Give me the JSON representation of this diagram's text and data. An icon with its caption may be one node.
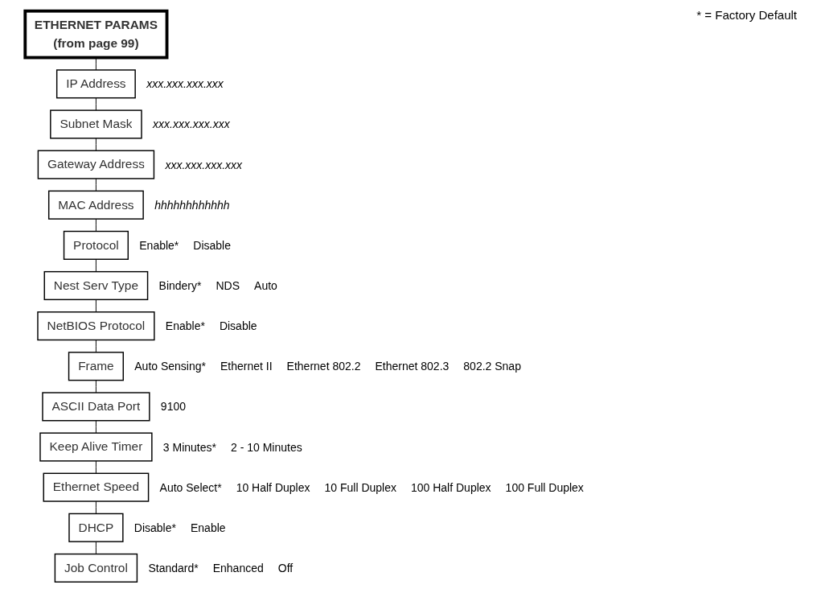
{
  "diagram": {
    "nodes": [
      {
        "text": [
          "ETHERNET PARAMS",
          "(from page 99)"
        ]
      },
      {
        "text": [
          "IP Address"
        ],
        "beside": [
          "xxx.xxx.xxx.xxx"
        ]
      },
      {
        "text": [
          "Subnet Mask"
        ],
        "beside": [
          "xxx.xxx.xxx.xxx"
        ]
      },
      {
        "text": [
          "Gateway Address"
        ],
        "beside": [
          "xxx.xxx.xxx.xxx"
        ]
      },
      {
        "text": [
          "MAC Address"
        ],
        "beside": [
          "hhhhhhhhhhhh"
        ]
      },
      {
        "text": [
          "Protocol"
        ],
        "beside": [
          "Enable*",
          "Disable"
        ]
      },
      {
        "text": [
          "Nest Serv Type"
        ],
        "beside": [
          "Bindery*",
          "NDS",
          "Auto"
        ]
      },
      {
        "text": [
          "NetBIOS Protocol"
        ],
        "beside": [
          "Enable*",
          "Disable"
        ]
      },
      {
        "text": [
          "Frame"
        ],
        "beside": [
          "Auto Sensing*",
          "Ethernet II",
          "Ethernet 802.2",
          "Ethernet 802.3",
          "802.2 Snap"
        ]
      },
      {
        "text": [
          "ASCII Data Port"
        ],
        "beside": [
          "9100"
        ]
      },
      {
        "text": [
          "Keep Alive Timer"
        ],
        "beside": [
          "3 Minutes*",
          "2 - 10 Minutes"
        ]
      },
      {
        "text": [
          "Ethernet Speed"
        ],
        "beside": [
          "Auto Select*",
          "10 Half Duplex",
          "10 Full Duplex",
          "100 Half Duplex",
          "100 Full Duplex"
        ]
      },
      {
        "text": [
          "DHCP"
        ],
        "beside": [
          "Disable*",
          "Enable"
        ]
      },
      {
        "text": [
          "Job Control"
        ],
        "beside": [
          "Standard*",
          "Enhanced",
          "Off"
        ]
      }
    ],
    "edges": [
      {
        "from": 0,
        "to": 1,
        "arrow": "none"
      },
      {
        "from": 1,
        "to": 2,
        "arrow": "none"
      },
      {
        "from": 2,
        "to": 3,
        "arrow": "none"
      },
      {
        "from": 3,
        "to": 4,
        "arrow": "none"
      },
      {
        "from": 4,
        "to": 5,
        "arrow": "none"
      },
      {
        "from": 5,
        "to": 6,
        "arrow": "none"
      },
      {
        "from": 6,
        "to": 7,
        "arrow": "none"
      },
      {
        "from": 7,
        "to": 8,
        "arrow": "none"
      },
      {
        "from": 8,
        "to": 9,
        "arrow": "none"
      },
      {
        "from": 9,
        "to": 10,
        "arrow": "none"
      },
      {
        "from": 10,
        "to": 11,
        "arrow": "none"
      },
      {
        "from": 11,
        "to": 12,
        "arrow": "none"
      },
      {
        "from": 12,
        "to": 13,
        "arrow": "none"
      }
    ],
    "labels": [
      "* = Factory Default"
    ]
  }
}
